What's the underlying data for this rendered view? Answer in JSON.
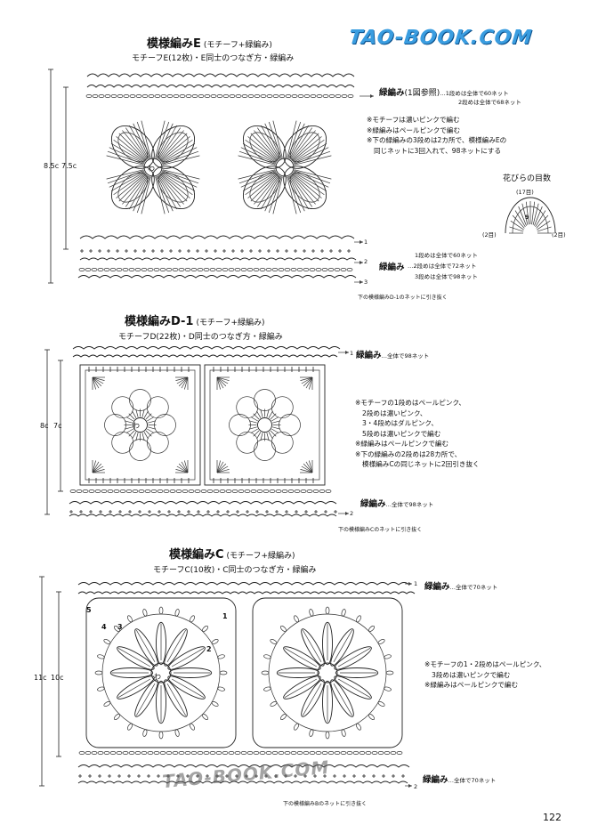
{
  "watermark_top": "TAO-BOOK.COM",
  "watermark_bottom": "TAO-BOOK.COM",
  "page_number": "122",
  "section_e": {
    "title": "模様編みE",
    "title_sub": "(モチーフ+緑編み)",
    "caption": "モチーフE(12枚)・E同士のつなぎ方・緑編み",
    "dim_outer": "8.5c",
    "dim_inner": "7.5c",
    "top_border_label": "緑編み",
    "top_border_ref": "(1図参照)",
    "top_border_rows": [
      "…1段めは全体で60ネット",
      "2段めは全体で68ネット"
    ],
    "notes": [
      "※モチーフは濃いピンクで編む",
      "※緑編みはペールピンクで編む",
      "※下の緑編みの3段めは2カ所で、模様編みEの",
      "同じネットに3回入れて、98ネットにする"
    ],
    "petal_title": "花びらの目数",
    "petal_top": "(17目)",
    "petal_left": "(2目)",
    "petal_right": "(2目)",
    "petal_center": "9",
    "bottom_border_label": "緑編み",
    "bottom_border_rows": [
      "1段めは全体で60ネット",
      "…2段めは全体で72ネット",
      "3段めは全体で98ネット"
    ],
    "bottom_note": "下の模様編みD-1のネットに引き抜く",
    "row_numbers": [
      "1",
      "2",
      "3"
    ],
    "center_mark": "わ"
  },
  "section_d": {
    "title": "模様編みD-1",
    "title_sub": "(モチーフ+緑編み)",
    "caption": "モチーフD(22枚)・D同士のつなぎ方・緑編み",
    "dim_outer": "8c",
    "dim_inner": "7c",
    "top_border_label": "緑編み",
    "top_border_text": "…全体で98ネット",
    "notes": [
      "※モチーフの1段めはペールピンク、",
      "2段めは濃いピンク、",
      "3・4段めはダルピンク、",
      "5段めは濃いピンクで編む",
      "※緑編みはペールピンクで編む",
      "※下の緑編みの2段めは28カ所で、",
      "模様編みCの同じネットに2回引き抜く"
    ],
    "bottom_border_label": "緑編み",
    "bottom_border_text": "…全体で98ネット",
    "bottom_note": "下の模様編みCのネットに引き抜く",
    "row_numbers": [
      "1",
      "2"
    ],
    "center_mark": "わ"
  },
  "section_c": {
    "title": "模様編みC",
    "title_sub": "(モチーフ+緑編み)",
    "caption": "モチーフC(10枚)・C同士のつなぎ方・緑編み",
    "dim_outer": "11c",
    "dim_inner": "10c",
    "top_border_label": "緑編み",
    "top_border_text": "…全体で70ネット",
    "notes": [
      "※モチーフの1・2段めはペールピンク、",
      "3段めは濃いピンクで編む",
      "※緑編みはペールピンクで編む"
    ],
    "bottom_border_label": "緑編み",
    "bottom_border_text": "…全体で70ネット",
    "bottom_note": "下の模様編みBのネットに引き抜く",
    "row_numbers": [
      "1",
      "2"
    ],
    "center_mark": "わ",
    "motif_row_numbers": [
      "5",
      "4",
      "3",
      "2",
      "1"
    ]
  }
}
